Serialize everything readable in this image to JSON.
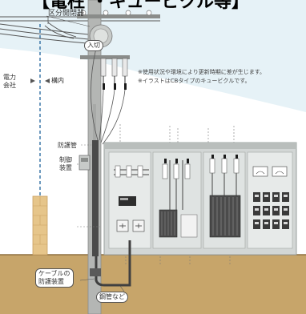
{
  "title": "【電柱 ・キュービクル等】",
  "labels": {
    "section_switch": "区分開閉器",
    "on_off": "入切",
    "power_company": "電力\n会社",
    "premises": "構内",
    "protective_pipe": "防護管",
    "control_device": "制御\n装置",
    "cable_protector": "ケーブルの\n防護装置",
    "steel_pipe": "鋼管など"
  },
  "notes": [
    "※使用状況や環境により更新時期に差が生じます。",
    "※イラストはCBタイプのキュービクルです。"
  ],
  "colors": {
    "pole": "#b4b6b4",
    "ground": "#c7a56a",
    "soil_line": "#9a7a44",
    "cubicle": "#cfd3d2",
    "sky": "#d9ecf3",
    "wire": "#555555"
  }
}
